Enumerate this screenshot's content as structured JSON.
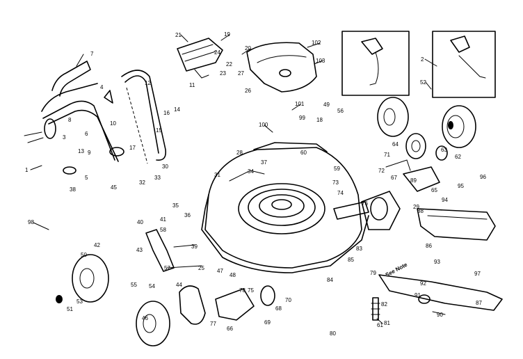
{
  "diagram": {
    "labels": [
      "1",
      "2",
      "3",
      "4",
      "5",
      "6",
      "7",
      "8",
      "9",
      "10",
      "11",
      "12",
      "13",
      "14",
      "15",
      "16",
      "17",
      "18",
      "19",
      "20",
      "21",
      "22",
      "23",
      "24",
      "25",
      "26",
      "27",
      "28",
      "29",
      "30",
      "31",
      "32",
      "33",
      "34",
      "35",
      "36",
      "37",
      "38",
      "39",
      "40",
      "41",
      "42",
      "43",
      "44",
      "45",
      "46",
      "47",
      "48",
      "49",
      "50",
      "51",
      "52",
      "53",
      "54",
      "55",
      "56",
      "57",
      "58",
      "59",
      "60",
      "61",
      "62",
      "63",
      "64",
      "65",
      "66",
      "67",
      "68",
      "69",
      "70",
      "71",
      "72",
      "73",
      "74",
      "75",
      "76",
      "77",
      "78",
      "79",
      "80",
      "81",
      "82",
      "83",
      "84",
      "85",
      "86",
      "87",
      "88",
      "89",
      "90",
      "91",
      "92",
      "93",
      "94",
      "95",
      "96",
      "97",
      "98",
      "99",
      "100",
      "101",
      "102",
      "103"
    ],
    "note": "See Note"
  }
}
